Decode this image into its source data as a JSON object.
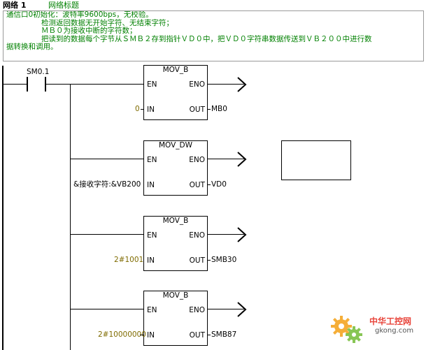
{
  "network": {
    "label": "网络 1",
    "title": "网络标题"
  },
  "comment": {
    "lines": [
      "通信口0初始化：波特率9600bps，无校验。",
      "检测返回数据无开始字符、无结束字符；",
      "ＭＢ０为接收中断的字符数；",
      "把读到的数据每个字节从ＳＭＢ２存到指针ＶＤ０中，把ＶＤ０字符串数据传送到ＶＢ２００中进行数",
      "据转换和调用。"
    ]
  },
  "contact": {
    "label": "SM0.1"
  },
  "blocks": [
    {
      "name": "MOV_B",
      "en": "EN",
      "eno": "ENO",
      "in": "IN",
      "out": "OUT",
      "in_value": "0",
      "out_value": "MB0"
    },
    {
      "name": "MOV_DW",
      "en": "EN",
      "eno": "ENO",
      "in": "IN",
      "out": "OUT",
      "in_value": "&接收字符:&VB200",
      "out_value": "VD0"
    },
    {
      "name": "MOV_B",
      "en": "EN",
      "eno": "ENO",
      "in": "IN",
      "out": "OUT",
      "in_value": "2#1001",
      "out_value": "SMB30"
    },
    {
      "name": "MOV_B",
      "en": "EN",
      "eno": "ENO",
      "in": "IN",
      "out": "OUT",
      "in_value": "2#10000000",
      "out_value": "SMB87"
    }
  ],
  "watermark": {
    "text": "中华工控网",
    "url_text": "gkong.com"
  },
  "colors": {
    "comment_text": "#008000",
    "operand_text": "#7f6b00",
    "watermark_orange": "#f5a623"
  }
}
